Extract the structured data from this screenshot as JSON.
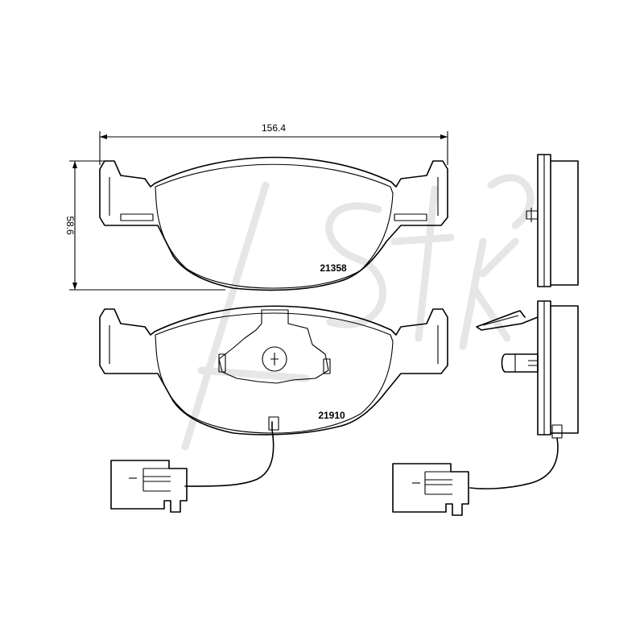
{
  "dimensions": {
    "width_label": "156.4",
    "height_label": "58.6"
  },
  "parts": {
    "top_pad_label": "21358",
    "bottom_pad_label": "21910"
  },
  "colors": {
    "line": "#000000",
    "background": "#ffffff",
    "watermark": "#e6e6e6"
  }
}
